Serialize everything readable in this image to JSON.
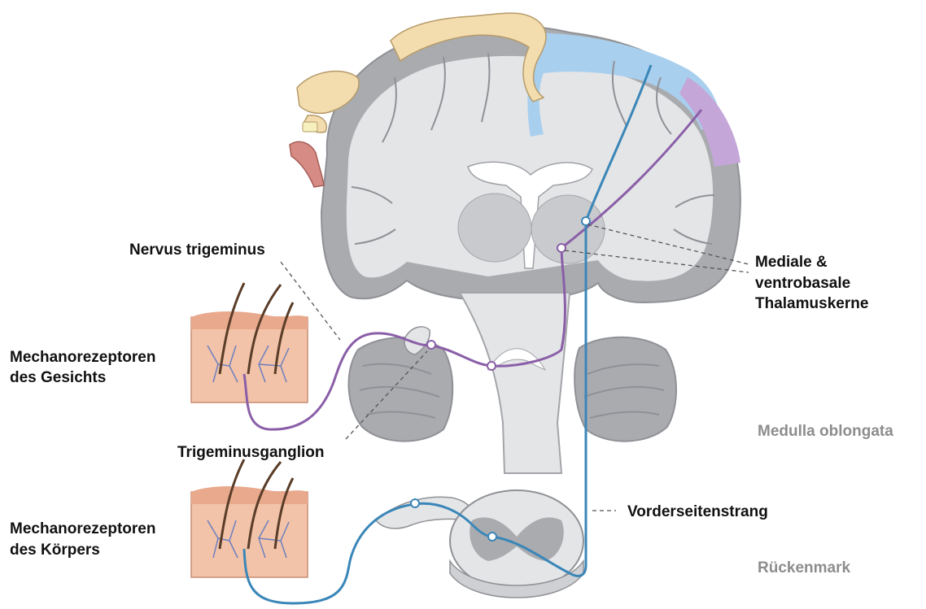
{
  "labels": {
    "nervus_trigeminus": "Nervus trigeminus",
    "mechano_gesicht_1": "Mechanorezeptoren",
    "mechano_gesicht_2": "des Gesichts",
    "trigeminusganglion": "Trigeminusganglion",
    "mechano_koerper_1": "Mechanorezeptoren",
    "mechano_koerper_2": "des Körpers",
    "thalamus_1": "Mediale &",
    "thalamus_2": "ventrobasale",
    "thalamus_3": "Thalamuskerne",
    "medulla": "Medulla oblongata",
    "vorderseitenstrang": "Vorderseitenstrang",
    "rueckenmark": "Rückenmark"
  },
  "colors": {
    "cortex_grey": "#a9abaf",
    "white_matter": "#e4e5e7",
    "somatosensory_blue": "#a9cfee",
    "face_area_purple": "#c4a6d8",
    "pathway_blue": "#3a86b8",
    "pathway_purple": "#8a5fa8",
    "skin": "#f2c3a8",
    "vessels": "#6d7fc0",
    "hair": "#5a3d28",
    "homunculus": "#f3dcae"
  }
}
